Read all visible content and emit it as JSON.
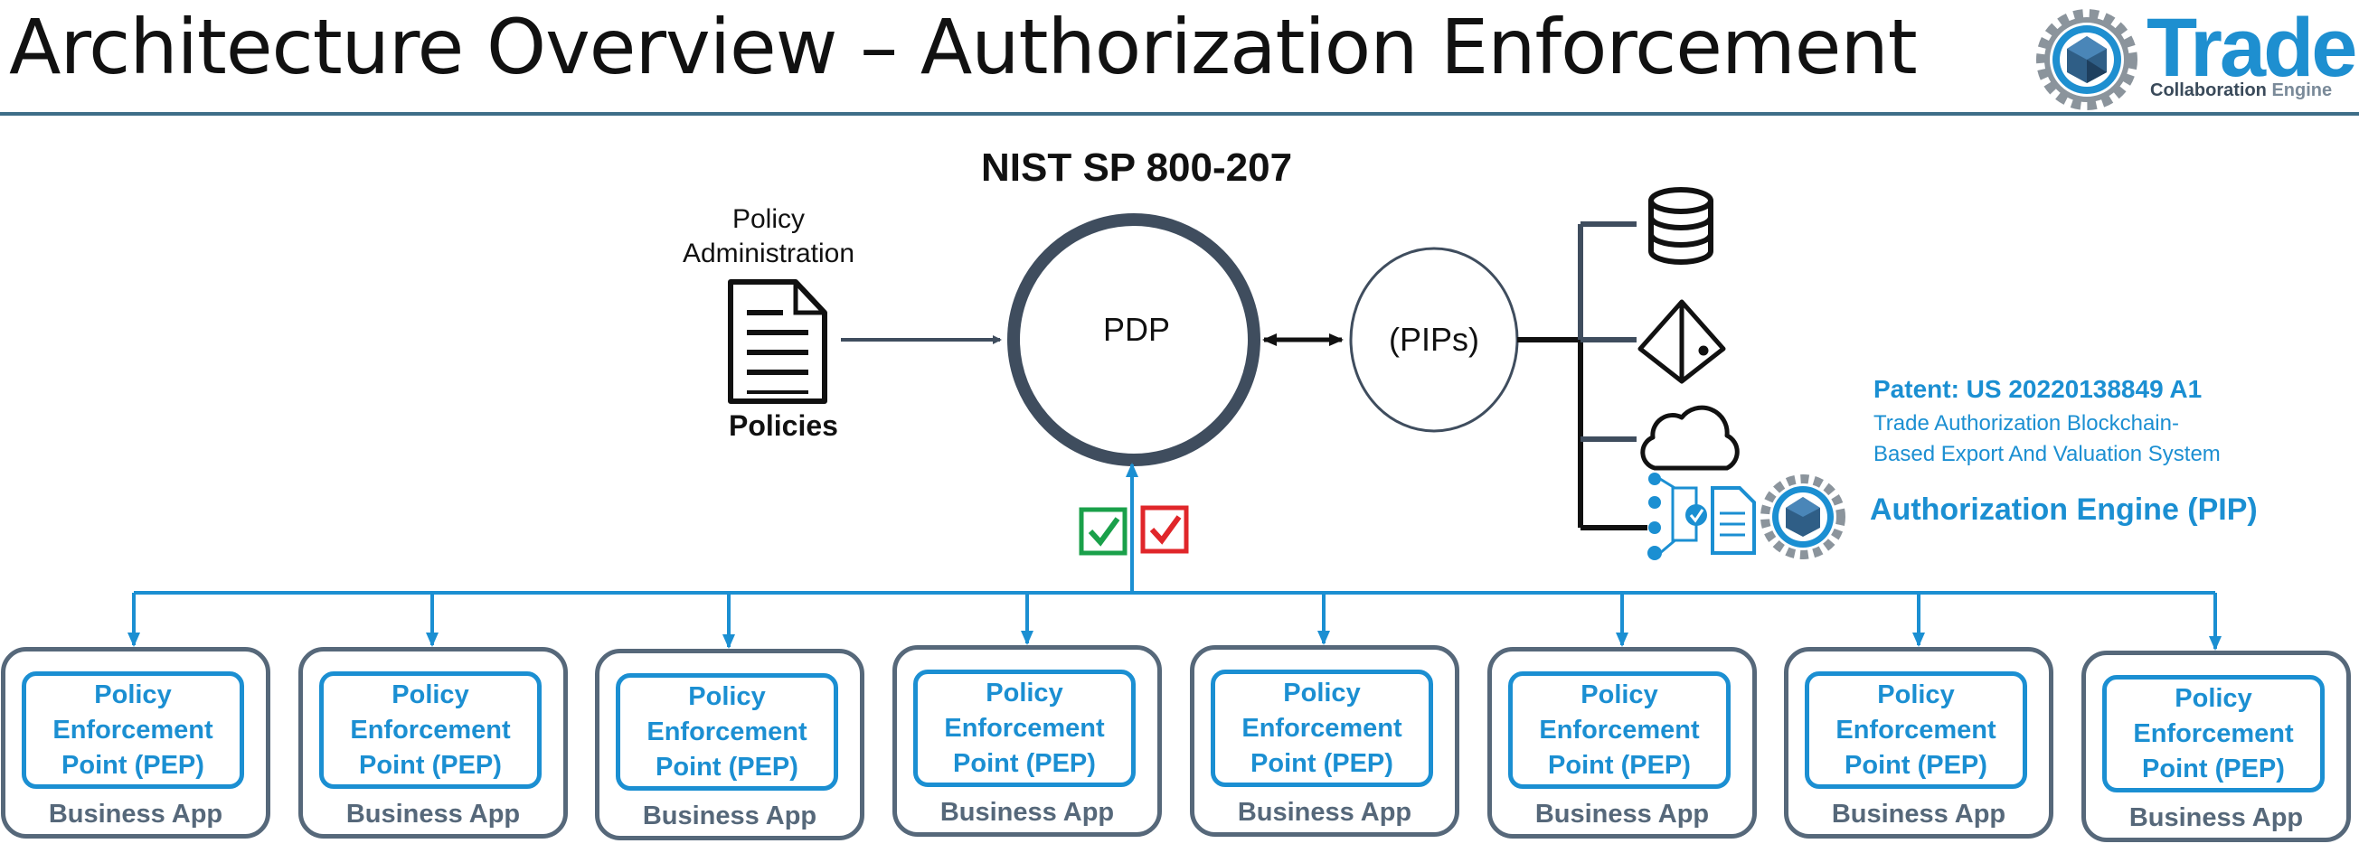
{
  "slide": {
    "title": "Architecture Overview – Authorization Enforcement",
    "logo": {
      "word": "Trade",
      "subtitle_part1": "Collaboration",
      "subtitle_part2": " Engine",
      "icon": "gear-network-icon"
    }
  },
  "diagram": {
    "standard_title": "NIST SP 800-207",
    "policy_admin_label": "Policy Administration",
    "policies_label": "Policies",
    "pdp_label": "PDP",
    "pips_label": "(PIPs)",
    "source_icons": [
      "database-icon",
      "blockchain-prism-icon",
      "cloud-icon",
      "authorization-engine-icon"
    ],
    "decision_icons": [
      {
        "name": "permit-check-icon",
        "color": "#1aa04a"
      },
      {
        "name": "deny-check-icon",
        "color": "#e0262a"
      }
    ],
    "patent": {
      "title": "Patent:  US 20220138849 A1",
      "line1": "Trade Authorization Blockchain-",
      "line2": "Based Export And Valuation System"
    },
    "authorization_engine_label": "Authorization Engine (PIP)",
    "apps": [
      {
        "pep": "Policy\nEnforcement\nPoint (PEP)",
        "label": "Business App"
      },
      {
        "pep": "Policy\nEnforcement\nPoint (PEP)",
        "label": "Business App"
      },
      {
        "pep": "Policy\nEnforcement\nPoint (PEP)",
        "label": "Business App"
      },
      {
        "pep": "Policy\nEnforcement\nPoint (PEP)",
        "label": "Business App"
      },
      {
        "pep": "Policy\nEnforcement\nPoint (PEP)",
        "label": "Business App"
      },
      {
        "pep": "Policy\nEnforcement\nPoint (PEP)",
        "label": "Business App"
      },
      {
        "pep": "Policy\nEnforcement\nPoint (PEP)",
        "label": "Business App"
      },
      {
        "pep": "Policy\nEnforcement\nPoint (PEP)",
        "label": "Business App"
      }
    ]
  },
  "colors": {
    "accent_blue": "#1b8fd2",
    "slate": "#56687a",
    "pdp_ring": "#3f4d5e",
    "permit": "#1aa04a",
    "deny": "#e0262a"
  }
}
